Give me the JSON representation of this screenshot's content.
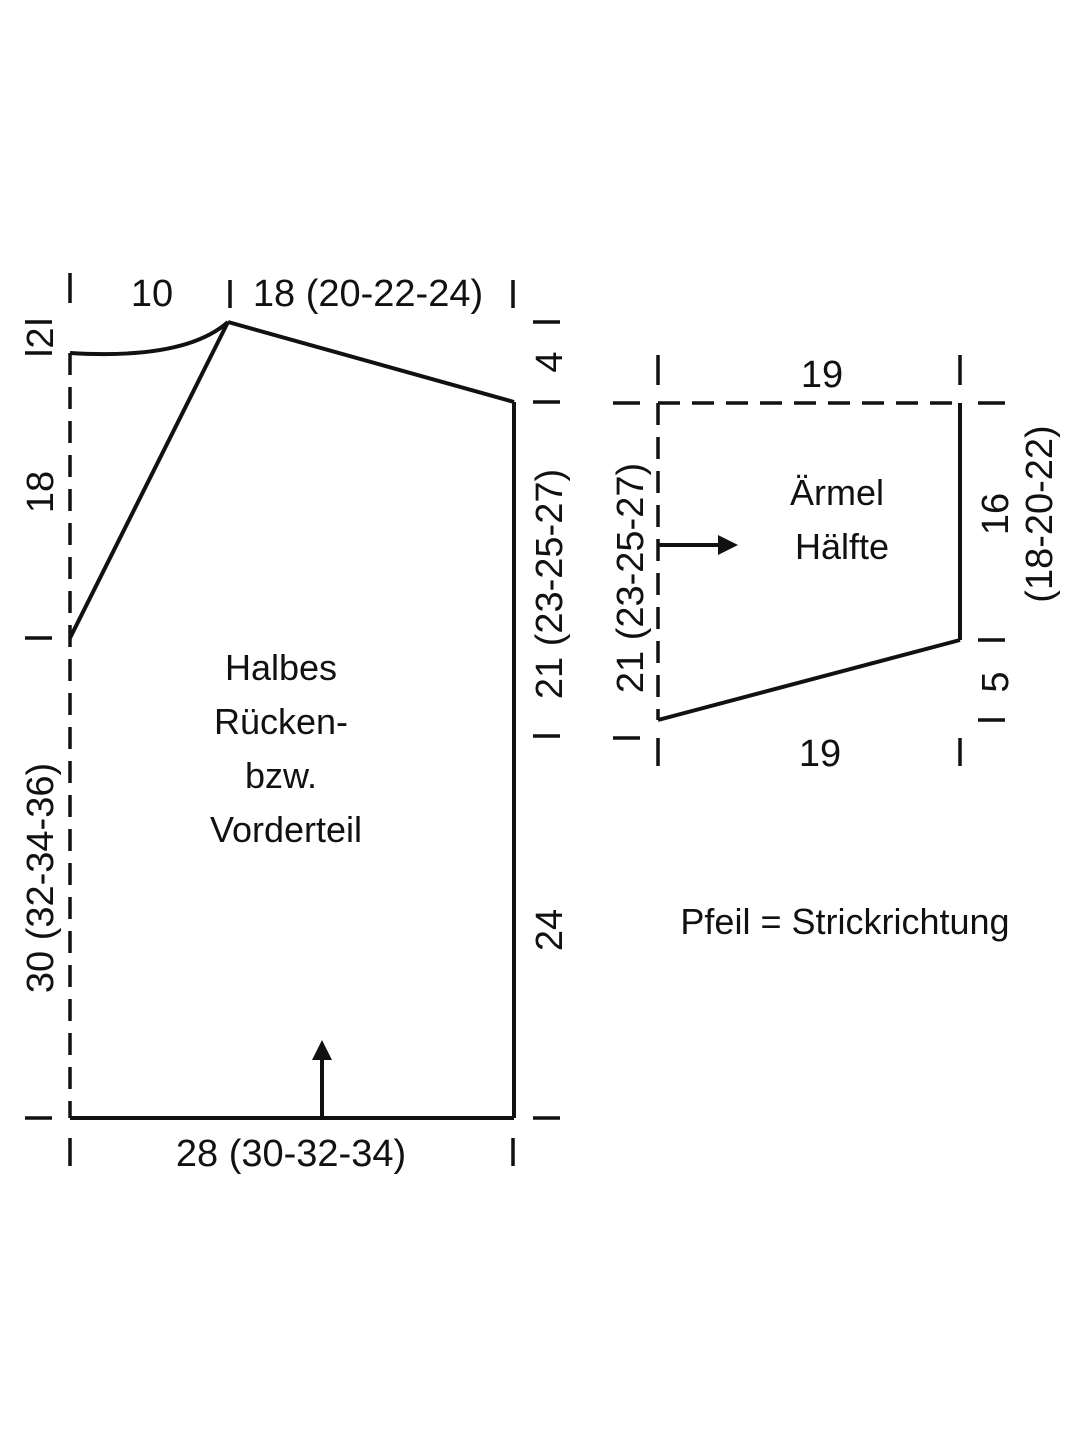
{
  "body_piece": {
    "label_lines": [
      "Halbes",
      "Rücken-",
      "bzw.",
      "Vorderteil"
    ],
    "dim_neck_width": "10",
    "dim_shoulder_width": "18 (20-22-24)",
    "dim_neck_drop": "2",
    "dim_shoulder_drop": "4",
    "dim_raglan_height": "18",
    "dim_lower_height": "30 (32-34-36)",
    "dim_armhole_height": "21 (23-25-27)",
    "dim_side_height": "24",
    "dim_bottom_width": "28 (30-32-34)"
  },
  "sleeve_piece": {
    "label_lines": [
      "Ärmel",
      "Hälfte"
    ],
    "dim_top_width": "19",
    "dim_bottom_width": "19",
    "dim_left_height": "21 (23-25-27)",
    "dim_right_height_line1": "16",
    "dim_right_height_line2": "(18-20-22)",
    "dim_right_drop": "5"
  },
  "legend": {
    "text": "Pfeil = Strickrichtung"
  },
  "colors": {
    "ink": "#111111",
    "background": "#ffffff"
  }
}
